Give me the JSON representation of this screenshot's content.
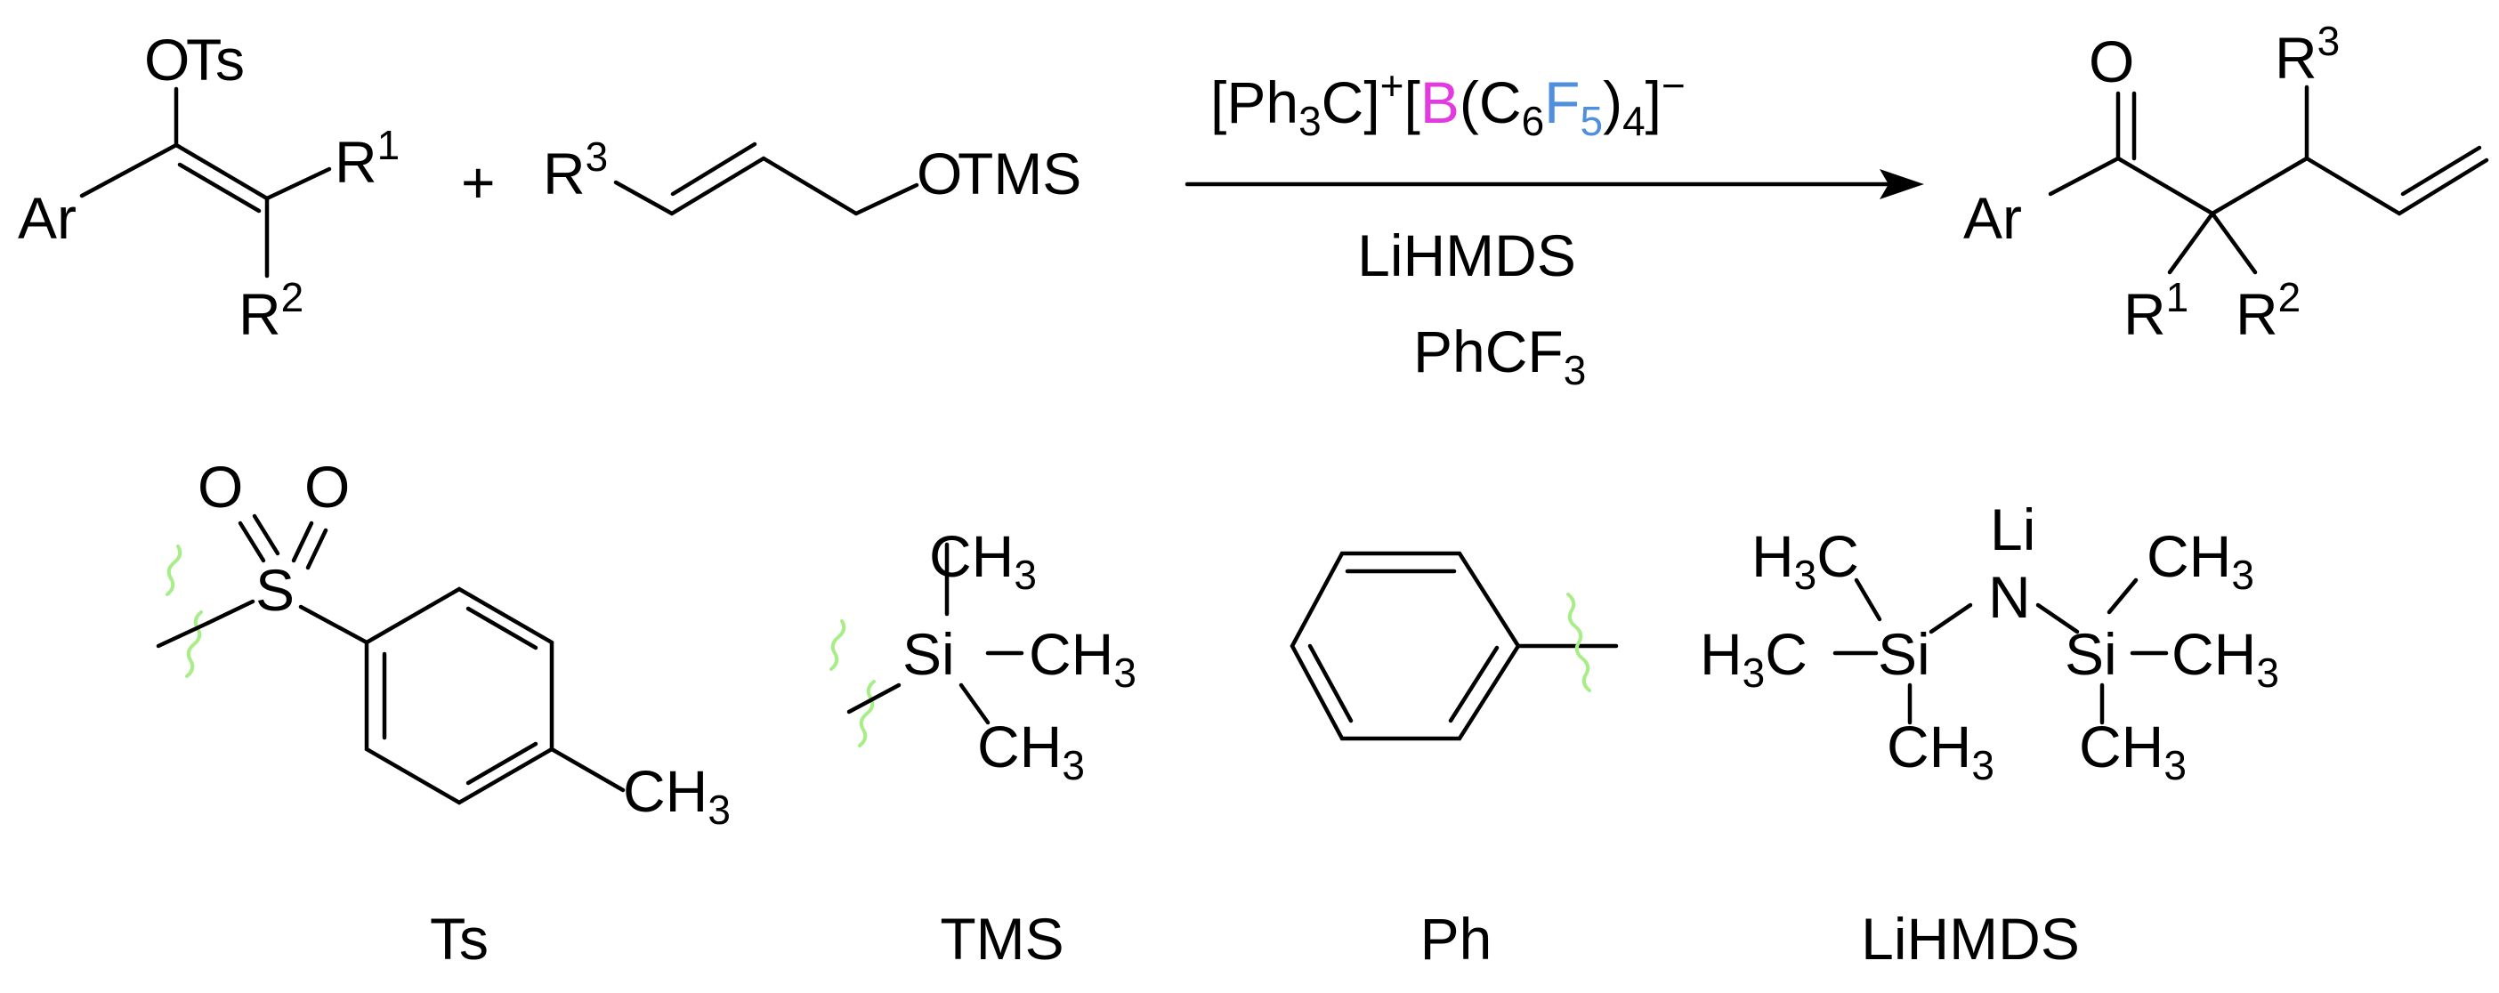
{
  "colors": {
    "oxygen": "#d8321f",
    "sulfur": "#b8b52c",
    "silicon": "#4f8a2b",
    "nitrogen": "#1f3fe0",
    "lithium": "#4f8a2b",
    "boron": "#e23ae0",
    "fluorine": "#4f8fdc",
    "attachment_wavy": "#a8ee88"
  },
  "reaction": {
    "reactant1": {
      "ots_o": "O",
      "ots_ts": "Ts",
      "ar": "Ar",
      "r1_base": "R",
      "r1_sup": "1",
      "r2_base": "R",
      "r2_sup": "2"
    },
    "plus": "+",
    "reactant2": {
      "r3_base": "R",
      "r3_sup": "3",
      "o": "O",
      "tms": "TMS"
    },
    "conditions": {
      "catalyst": {
        "p1": "[Ph",
        "p1_sub": "3",
        "p2": "C]",
        "p2_sup": "+",
        "p3": "[",
        "boron": "B",
        "p4": "(C",
        "p4_sub": "6",
        "fluorine": "F",
        "f_sub": "5",
        "p5": ")",
        "p5_sub": "4",
        "p6": "]",
        "p6_sup": "−"
      },
      "base": "LiHMDS",
      "solvent_base": "PhCF",
      "solvent_sub": "3"
    },
    "product": {
      "o": "O",
      "ar": "Ar",
      "r3_base": "R",
      "r3_sup": "3",
      "r1_base": "R",
      "r1_sup": "1",
      "r2_base": "R",
      "r2_sup": "2"
    }
  },
  "legend": {
    "ts": {
      "o_left": "O",
      "o_right": "O",
      "s": "S",
      "ch3_base": "CH",
      "ch3_sub": "3",
      "caption": "Ts"
    },
    "tms": {
      "si": "Si",
      "ch3_base": "CH",
      "ch3_sub": "3",
      "caption": "TMS"
    },
    "ph": {
      "caption": "Ph"
    },
    "lihmds": {
      "li": "Li",
      "n": "N",
      "si": "Si",
      "h3c_h": "H",
      "h3c_sub": "3",
      "h3c_c": "C",
      "ch3_base": "CH",
      "ch3_sub": "3",
      "caption": "LiHMDS"
    }
  }
}
